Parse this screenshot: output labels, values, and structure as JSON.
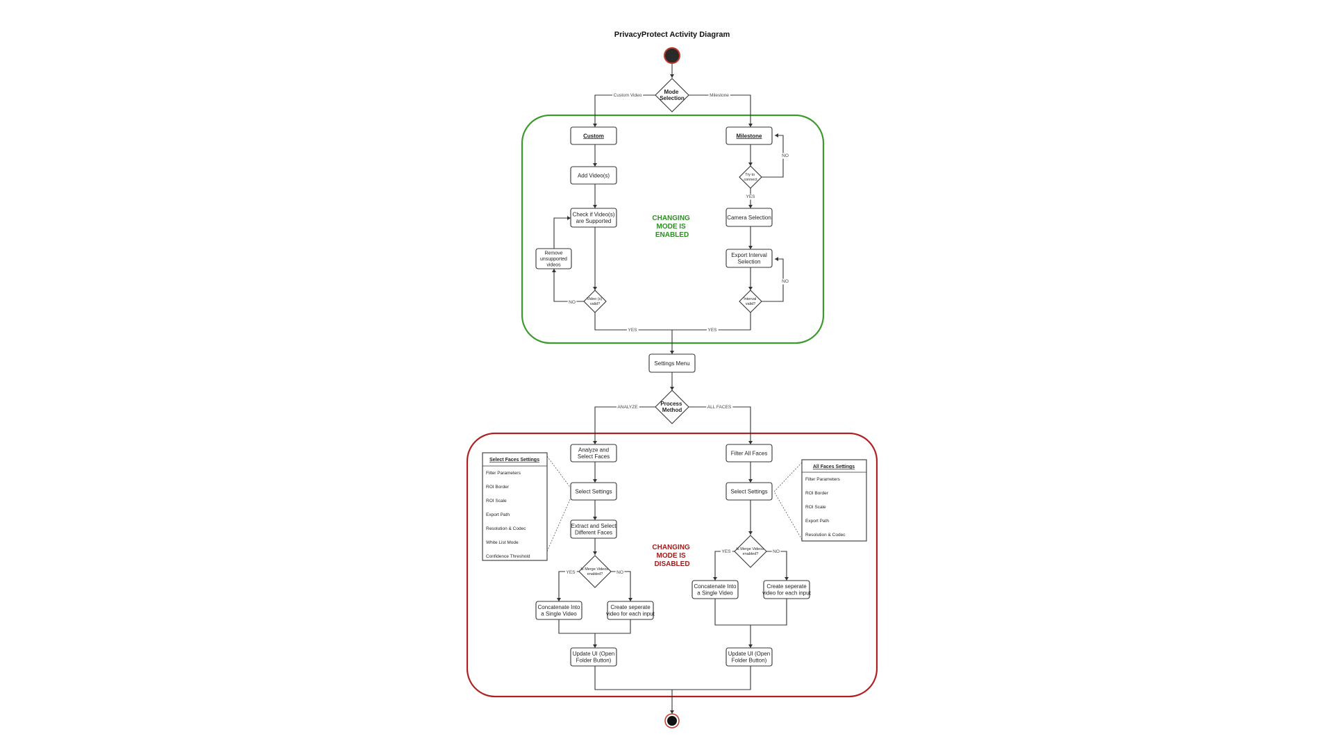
{
  "title": "PrivacyProtect Activity Diagram",
  "regions": {
    "enabled": [
      "CHANGING",
      "MODE IS",
      "ENABLED"
    ],
    "disabled": [
      "CHANGING",
      "MODE IS",
      "DISABLED"
    ]
  },
  "decisions": {
    "mode": [
      "Mode",
      "Selection"
    ],
    "try_connect": [
      "Try to",
      "connect"
    ],
    "video_valid": [
      "Video (s)",
      "valid?"
    ],
    "interval_valid": [
      "Interval",
      "valid?"
    ],
    "process": [
      "Process",
      "Method"
    ],
    "merge_left": [
      "Is Merge Videos",
      "enabled?"
    ],
    "merge_right": [
      "Is Merge Videos",
      "enabled?"
    ]
  },
  "nodes": {
    "custom": [
      "Custom"
    ],
    "milestone": [
      "Milestone"
    ],
    "add_videos": [
      "Add Video(s)"
    ],
    "check_supported": [
      "Check if Video(s)",
      "are Supported"
    ],
    "remove_unsupported": [
      "Remove",
      "unsupported",
      "videos"
    ],
    "camera_selection": [
      "Camera Selection"
    ],
    "export_interval": [
      "Export Interval",
      "Selection"
    ],
    "settings_menu": [
      "Settings Menu"
    ],
    "analyze_select": [
      "Analyze and",
      "Select Faces"
    ],
    "filter_all": [
      "Filter All Faces"
    ],
    "select_settings_left": [
      "Select Settings"
    ],
    "select_settings_right": [
      "Select Settings"
    ],
    "extract_select": [
      "Extract and Select",
      "Different Faces"
    ],
    "concat_left": [
      "Concatenate Into",
      "a Single Video"
    ],
    "separate_left": [
      "Create seperate",
      "video for each input"
    ],
    "concat_right": [
      "Concatenate Into",
      "a Single Video"
    ],
    "separate_right": [
      "Create seperate",
      "video for each input"
    ],
    "update_left": [
      "Update UI (Open",
      "Folder Button)"
    ],
    "update_right": [
      "Update UI (Open",
      "Folder Button)"
    ]
  },
  "edge_labels": {
    "custom_video": "Custom Video",
    "milestone": "Milestone",
    "no_connect": "NO",
    "yes_connect": "YES",
    "no_video": "NO",
    "no_interval": "NO",
    "yes_video": "YES",
    "yes_interval": "YES",
    "analyze": "ANALYZE",
    "all_faces": "ALL FACES",
    "merge_left_yes": "YES",
    "merge_left_no": "NO",
    "merge_right_yes": "YES",
    "merge_right_no": "NO"
  },
  "panels": {
    "select_faces": {
      "title": "Select Faces Settings",
      "items": [
        "Filter Parameters",
        "ROI Border",
        "ROI Scale",
        "Export Path",
        "Resolution & Codec",
        "White List Mode",
        "Confidence Threshold"
      ]
    },
    "all_faces": {
      "title": "All Faces Settings",
      "items": [
        "Filter Parameters",
        "ROI Border",
        "ROI Scale",
        "Export Path",
        "Resolution & Codec"
      ]
    }
  },
  "colors": {
    "enabled_region": "#3a9a2a",
    "disabled_region": "#b02020",
    "start_node": "#2a2a2a",
    "start_ring": "#c0392b"
  }
}
